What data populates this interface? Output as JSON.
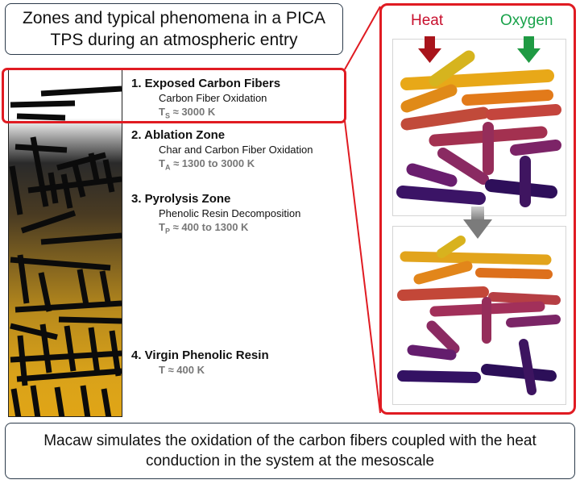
{
  "title": "Zones and typical phenomena in a PICA TPS during an atmospheric entry",
  "zones": [
    {
      "title": "1. Exposed Carbon Fibers",
      "desc": "Carbon Fiber Oxidation",
      "t_prefix": "T",
      "t_sub": "S",
      "t_value": " ≈ 3000 K"
    },
    {
      "title": "2. Ablation Zone",
      "desc": "Char and Carbon Fiber Oxidation",
      "t_prefix": "T",
      "t_sub": "A",
      "t_value": " ≈ 1300 to 3000 K"
    },
    {
      "title": "3. Pyrolysis Zone",
      "desc": "Phenolic Resin Decomposition",
      "t_prefix": "T",
      "t_sub": "P",
      "t_value": " ≈ 400 to 1300 K"
    },
    {
      "title": "4. Virgin Phenolic Resin",
      "desc": "",
      "t_prefix": "T",
      "t_sub": "",
      "t_value": " ≈ 400 K"
    }
  ],
  "simulation": {
    "heat_label": "Heat",
    "oxygen_label": "Oxygen",
    "colors": {
      "heat": "#c8102e",
      "oxygen": "#19a24a",
      "highlight": "#e01b22"
    }
  },
  "bottom_text": "Macaw simulates the oxidation of the carbon fibers coupled with the heat conduction in the system at the mesoscale"
}
